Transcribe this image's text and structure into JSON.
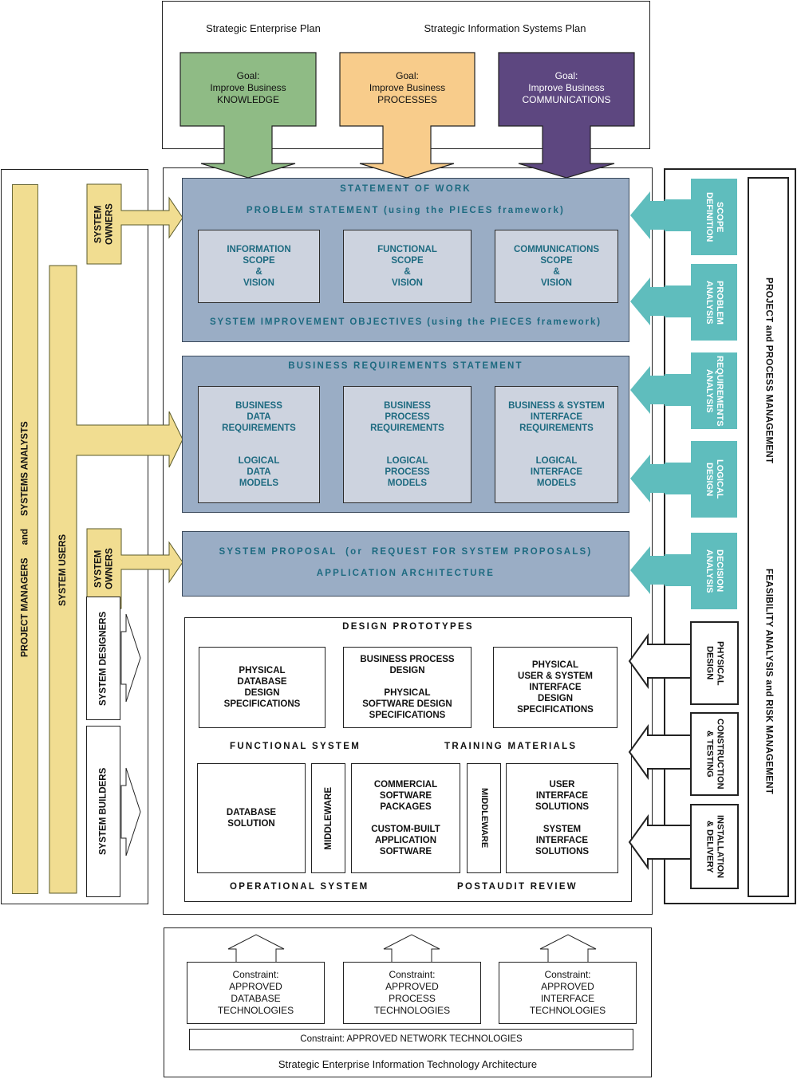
{
  "top": {
    "enterprise_plan": "Strategic Enterprise Plan",
    "is_plan": "Strategic Information Systems Plan",
    "goals": [
      {
        "text": "Goal:\nImprove Business\nKNOWLEDGE",
        "color": "#8fbb85"
      },
      {
        "text": "Goal:\nImprove Business\nPROCESSES",
        "color": "#f8cc8b"
      },
      {
        "text": "Goal:\nImprove Business\nCOMMUNICATIONS",
        "color": "#5d4780"
      }
    ]
  },
  "left": {
    "pm_sa": "PROJECT MANAGERS     and     SYSTEMS ANALYSTS",
    "system_users": "SYSTEM USERS",
    "system_owners_1": "SYSTEM\nOWNERS",
    "system_owners_2": "SYSTEM\nOWNERS",
    "system_designers": "SYSTEM DESIGNERS",
    "system_builders": "SYSTEM BUILDERS"
  },
  "sow": {
    "title": "STATEMENT OF WORK",
    "problem": "PROBLEM STATEMENT (using the PIECES framework)",
    "boxes": [
      "INFORMATION\nSCOPE\n&\nVISION",
      "FUNCTIONAL\nSCOPE\n&\nVISION",
      "COMMUNICATIONS\nSCOPE\n&\nVISION"
    ],
    "objectives": "SYSTEM IMPROVEMENT OBJECTIVES (using the PIECES framework)"
  },
  "brs": {
    "title": "BUSINESS REQUIREMENTS STATEMENT",
    "boxes": [
      {
        "req": "BUSINESS\nDATA\nREQUIREMENTS",
        "model": "LOGICAL\nDATA\nMODELS"
      },
      {
        "req": "BUSINESS\nPROCESS\nREQUIREMENTS",
        "model": "LOGICAL\nPROCESS\nMODELS"
      },
      {
        "req": "BUSINESS & SYSTEM\nINTERFACE\nREQUIREMENTS",
        "model": "LOGICAL\nINTERFACE\nMODELS"
      }
    ]
  },
  "proposal": {
    "title": "SYSTEM PROPOSAL  (or  REQUEST FOR SYSTEM PROPOSALS)",
    "subtitle": "APPLICATION ARCHITECTURE"
  },
  "design": {
    "title": "DESIGN PROTOTYPES",
    "boxes": [
      "PHYSICAL\nDATABASE\nDESIGN\nSPECIFICATIONS",
      "BUSINESS PROCESS\nDESIGN\n\nPHYSICAL\nSOFTWARE DESIGN\nSPECIFICATIONS",
      "PHYSICAL\nUSER & SYSTEM\nINTERFACE\nDESIGN\nSPECIFICATIONS"
    ],
    "functional": "FUNCTIONAL SYSTEM",
    "training": "TRAINING MATERIALS",
    "database": "DATABASE\nSOLUTION",
    "middleware": "MIDDLEWARE",
    "commercial": "COMMERCIAL\nSOFTWARE\nPACKAGES\n\nCUSTOM-BUILT\nAPPLICATION\nSOFTWARE",
    "user_iface": "USER\nINTERFACE\nSOLUTIONS\n\nSYSTEM\nINTERFACE\nSOLUTIONS",
    "operational": "OPERATIONAL SYSTEM",
    "postaudit": "POSTAUDIT REVIEW"
  },
  "right": {
    "teal_tabs": [
      "SCOPE\nDEFINITION",
      "PROBLEM\nANALYSIS",
      "REQUIREMENTS\nANALYSIS",
      "LOGICAL\nDESIGN",
      "DECISION\nANALYSIS"
    ],
    "white_tabs": [
      "PHYSICAL\nDESIGN",
      "CONSTRUCTION\n& TESTING",
      "INSTALLATION\n& DELIVERY"
    ],
    "ppm": "PROJECT and PROCESS MANAGEMENT",
    "farm": "FEASIBILITY ANALYSIS and RISK MANAGEMENT"
  },
  "bottom": {
    "constraints": [
      "Constraint:\nAPPROVED\nDATABASE\nTECHNOLOGIES",
      "Constraint:\nAPPROVED\nPROCESS\nTECHNOLOGIES",
      "Constraint:\nAPPROVED\nINTERFACE\nTECHNOLOGIES"
    ],
    "network": "Constraint: APPROVED NETWORK TECHNOLOGIES",
    "architecture": "Strategic Enterprise Information Technology Architecture"
  },
  "colors": {
    "green": "#8fbb85",
    "orange": "#f8cc8b",
    "purple": "#5d4780",
    "yellow": "#f1dd91",
    "blue_band": "#9aadc5",
    "blue_sub": "#cdd3df",
    "teal": "#5fbdbd",
    "teal_text": "#1d6a80"
  }
}
